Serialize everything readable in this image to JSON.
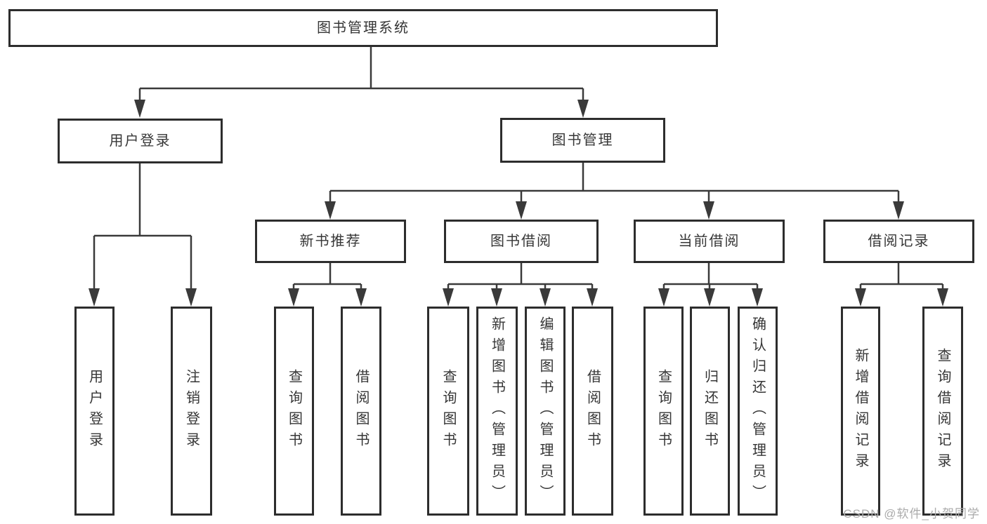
{
  "tree": {
    "root": {
      "label": "图书管理系统"
    },
    "user_login": {
      "label": "用户登录",
      "children": [
        {
          "label": "用户登录"
        },
        {
          "label": "注销登录"
        }
      ]
    },
    "book_mgmt": {
      "label": "图书管理",
      "modules": [
        {
          "label": "新书推荐",
          "children": [
            {
              "label": "查询图书"
            },
            {
              "label": "借阅图书"
            }
          ]
        },
        {
          "label": "图书借阅",
          "children": [
            {
              "label": "查询图书"
            },
            {
              "label": "新增图书（管理员）"
            },
            {
              "label": "编辑图书（管理员）"
            },
            {
              "label": "借阅图书"
            }
          ]
        },
        {
          "label": "当前借阅",
          "children": [
            {
              "label": "查询图书"
            },
            {
              "label": "归还图书"
            },
            {
              "label": "确认归还（管理员）"
            }
          ]
        },
        {
          "label": "借阅记录",
          "children": [
            {
              "label": "新增借阅记录"
            },
            {
              "label": "查询借阅记录"
            }
          ]
        }
      ]
    }
  },
  "watermark": {
    "text": "CSDN @软件_小贺同学"
  },
  "colors": {
    "line": "#3a3a3a",
    "box_border": "#2d2d2d",
    "text": "#363636",
    "watermark": "#ababab",
    "background": "#ffffff"
  }
}
